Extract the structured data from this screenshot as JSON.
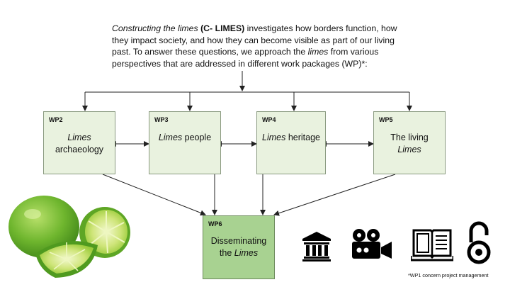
{
  "intro": {
    "italic_title": "Constructing the limes",
    "bold_acronym": "(C- LIMES)",
    "text_1": " investigates how borders function, how they impact society, and how they can become visible as part of our living past. To answer these questions, we approach the ",
    "italic_limes": "limes",
    "text_2": " from various perspectives that are addressed in different work packages (WP)*:"
  },
  "work_packages": [
    {
      "code": "WP2",
      "line1": "Limes",
      "line2": "archaeology"
    },
    {
      "code": "WP3",
      "italic": "Limes",
      "rest": " people"
    },
    {
      "code": "WP4",
      "italic": "Limes",
      "rest": " heritage"
    },
    {
      "code": "WP5",
      "line1": "The living",
      "line2": "Limes"
    },
    {
      "code": "WP6",
      "line1": "Disseminating",
      "line2_pre": "the ",
      "line2_italic": "Limes"
    }
  ],
  "footnote": "*WP1 concern project management",
  "icons": [
    "lime-fruit-image",
    "museum-icon",
    "movie-camera-icon",
    "book-icon",
    "open-access-icon"
  ],
  "colors": {
    "wp_fill": "#e9f2df",
    "wp6_fill": "#a8d291",
    "line": "#222222"
  }
}
